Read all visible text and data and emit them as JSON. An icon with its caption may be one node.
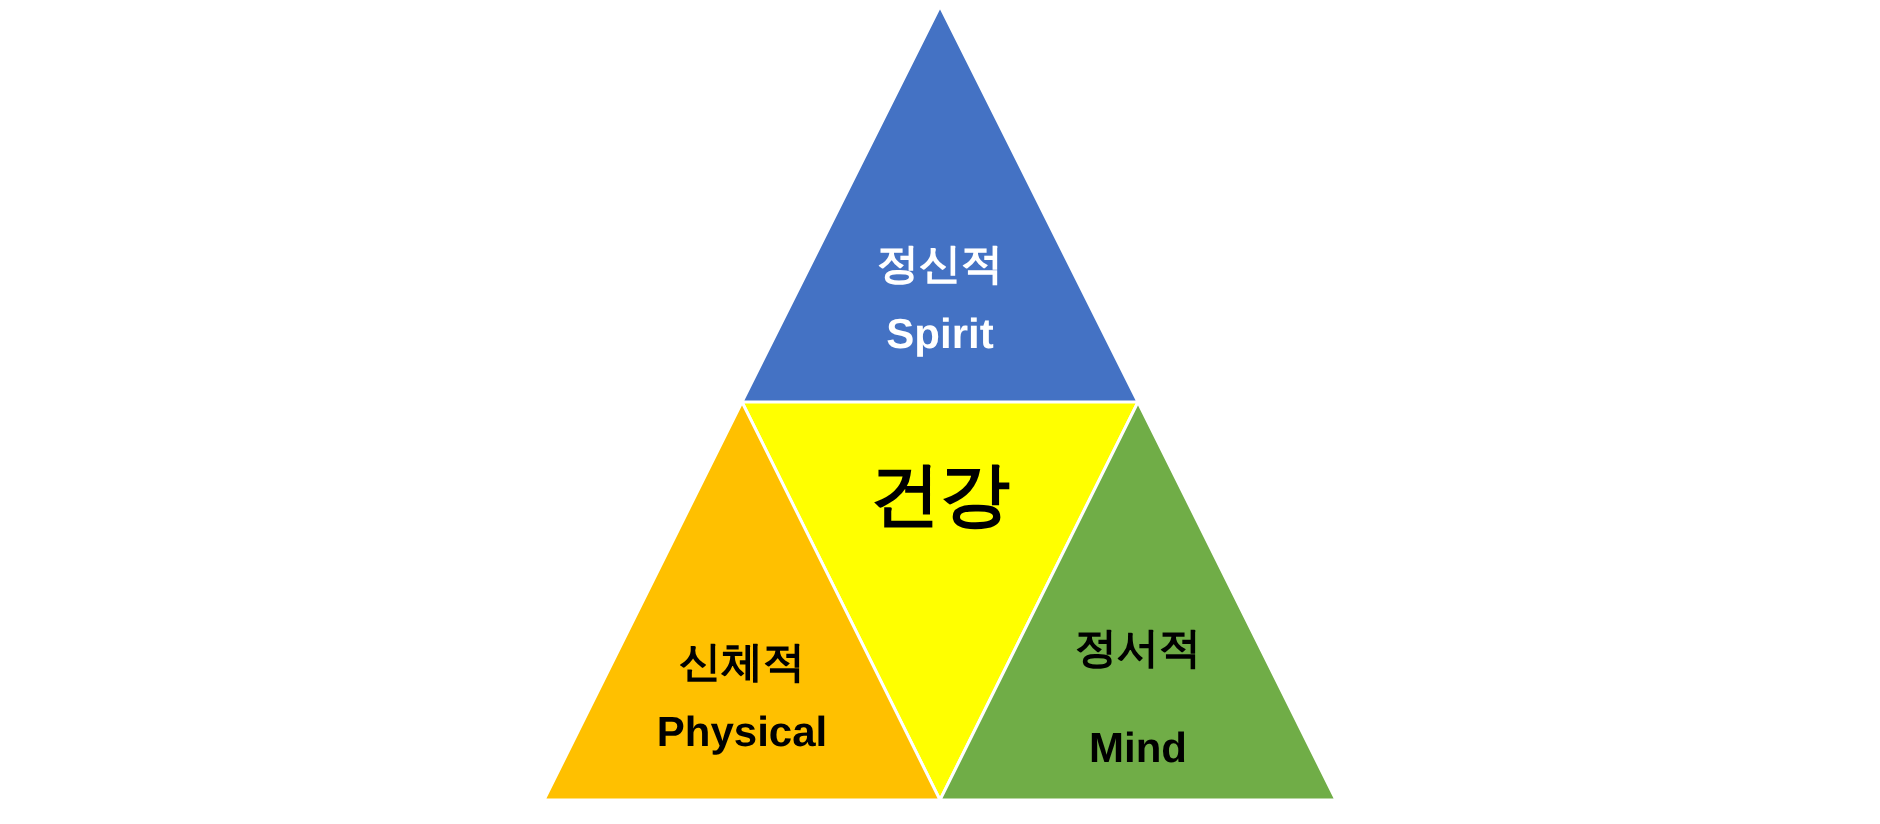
{
  "diagram": {
    "nodes": [
      {
        "text": [
          "정신적",
          "Spirit"
        ]
      },
      {
        "text": [
          "건강"
        ]
      },
      {
        "text": [
          "신체적",
          "Physical"
        ]
      },
      {
        "text": [
          "정서적",
          "Mind"
        ]
      }
    ]
  }
}
